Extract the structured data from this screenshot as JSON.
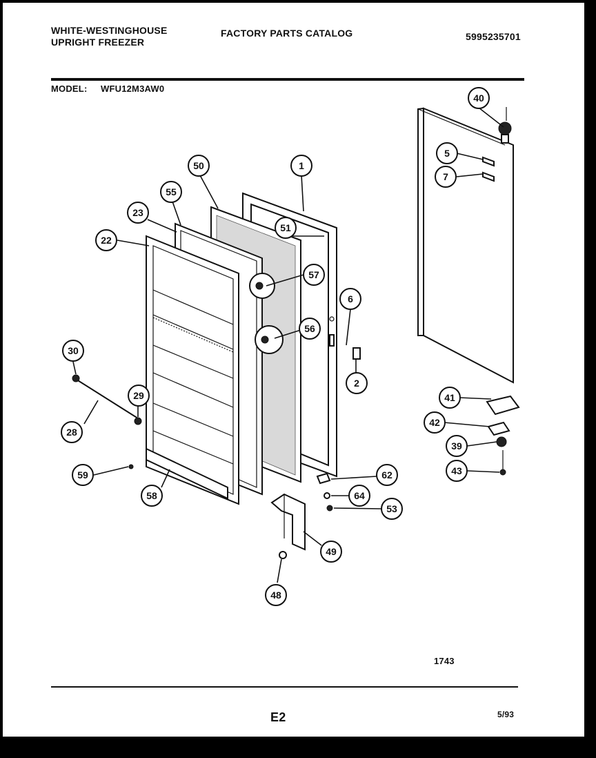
{
  "header": {
    "brand_line1": "WHITE-WESTINGHOUSE",
    "brand_line2": "UPRIGHT FREEZER",
    "catalog_title": "FACTORY PARTS CATALOG",
    "part_number": "5995235701",
    "model_label": "MODEL:",
    "model_value": "WFU12M3AW0"
  },
  "footer": {
    "figure_code": "1743",
    "page_code": "E2",
    "date_code": "5/93"
  },
  "callouts": [
    "1",
    "2",
    "5",
    "6",
    "7",
    "22",
    "23",
    "28",
    "29",
    "30",
    "39",
    "40",
    "41",
    "42",
    "43",
    "48",
    "49",
    "50",
    "51",
    "53",
    "55",
    "56",
    "57",
    "58",
    "59",
    "62",
    "64"
  ]
}
